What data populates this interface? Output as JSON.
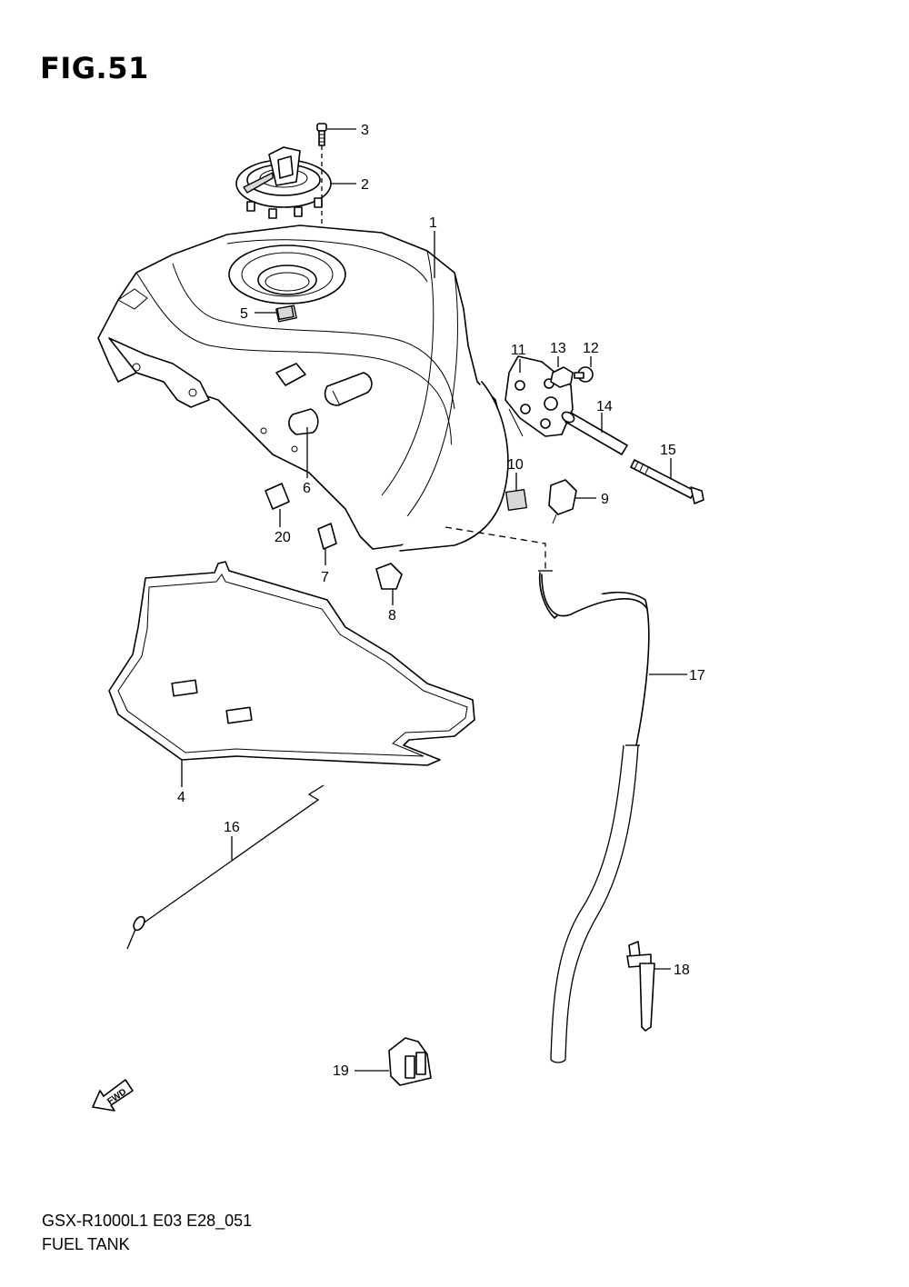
{
  "figure": {
    "title": "FIG.51",
    "model_code": "GSX-R1000L1 E03 E28_051",
    "caption": "FUEL TANK",
    "direction_label": "FWD"
  },
  "callouts": [
    {
      "id": "1",
      "label": "1"
    },
    {
      "id": "2",
      "label": "2"
    },
    {
      "id": "3",
      "label": "3"
    },
    {
      "id": "4",
      "label": "4"
    },
    {
      "id": "5",
      "label": "5"
    },
    {
      "id": "6",
      "label": "6"
    },
    {
      "id": "7",
      "label": "7"
    },
    {
      "id": "8",
      "label": "8"
    },
    {
      "id": "9",
      "label": "9"
    },
    {
      "id": "10",
      "label": "10"
    },
    {
      "id": "11",
      "label": "11"
    },
    {
      "id": "12",
      "label": "12"
    },
    {
      "id": "13",
      "label": "13"
    },
    {
      "id": "14",
      "label": "14"
    },
    {
      "id": "15",
      "label": "15"
    },
    {
      "id": "16",
      "label": "16"
    },
    {
      "id": "17",
      "label": "17"
    },
    {
      "id": "18",
      "label": "18"
    },
    {
      "id": "19",
      "label": "19"
    },
    {
      "id": "20",
      "label": "20"
    }
  ]
}
